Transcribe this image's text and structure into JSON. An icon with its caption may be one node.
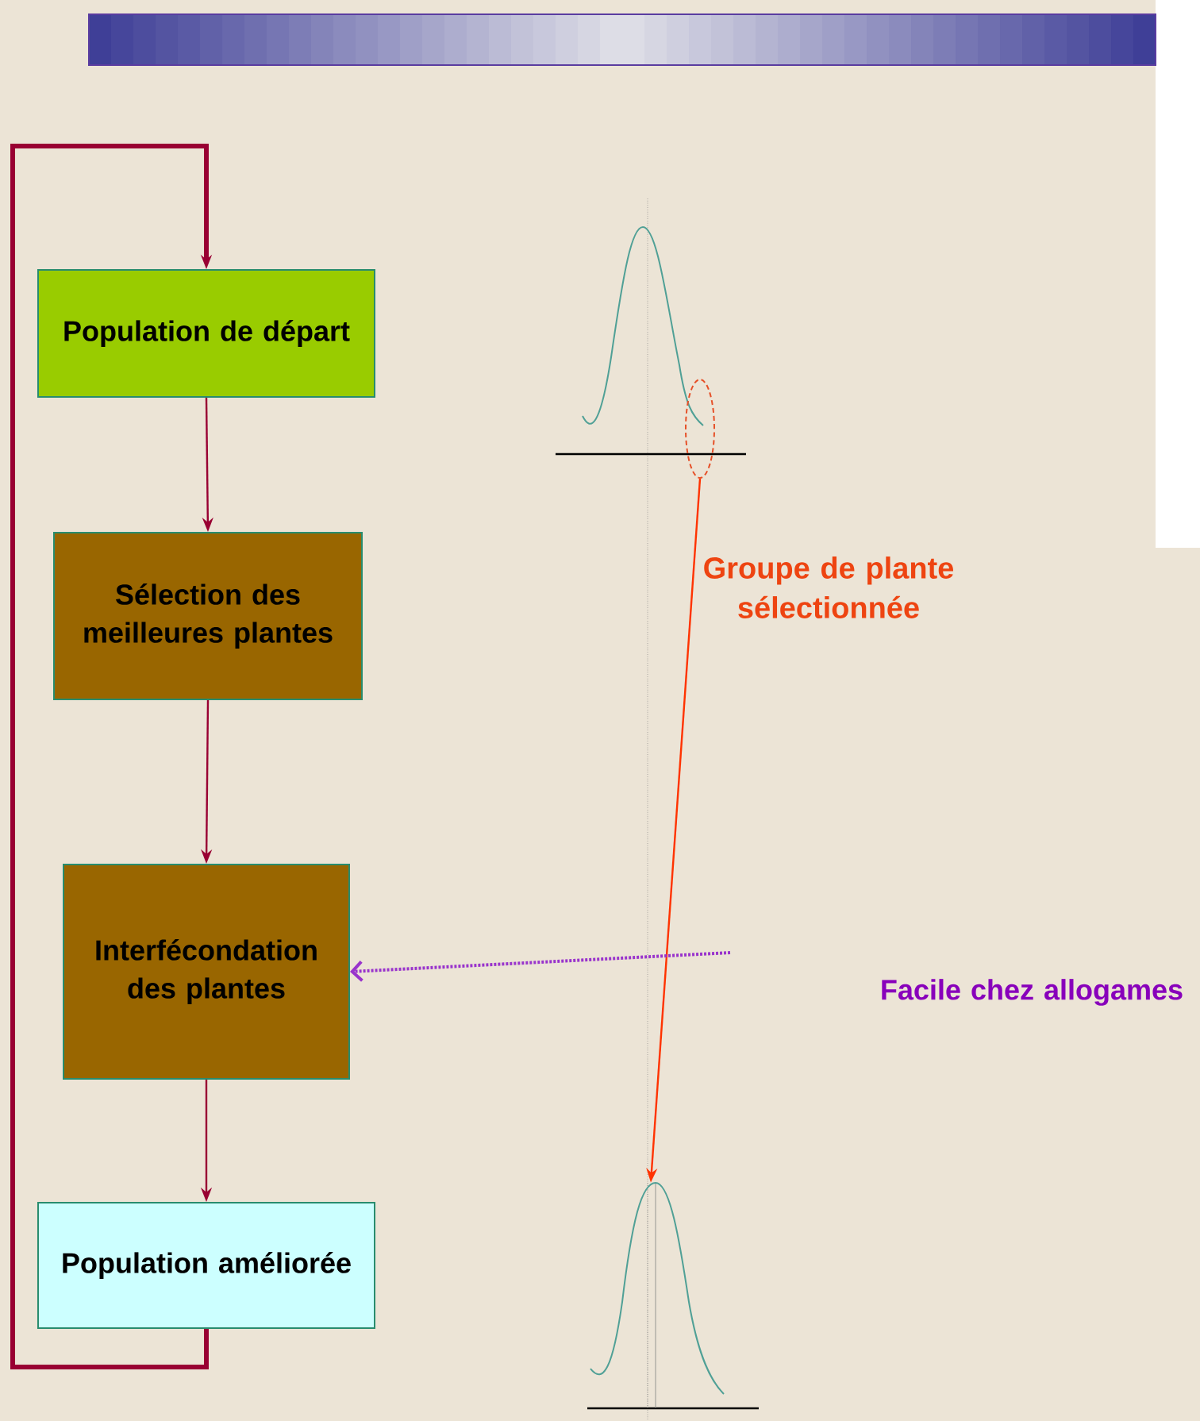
{
  "diagram": {
    "nodes": [
      {
        "text": [
          "Population de départ"
        ]
      },
      {
        "text": [
          "Sélection des meilleures plantes"
        ]
      },
      {
        "text": [
          "Interfécondation des plantes"
        ]
      },
      {
        "text": [
          "Population améliorée"
        ]
      },
      {
        "text": [],
        "shape": "ellipse"
      },
      {
        "text": [],
        "shape": "curve"
      }
    ],
    "edges": [
      {
        "from": 0,
        "to": 1,
        "arrow": "to"
      },
      {
        "from": 1,
        "to": 2,
        "arrow": "to"
      },
      {
        "from": 2,
        "to": 3,
        "arrow": "to"
      },
      {
        "from": 3,
        "to": 0,
        "arrow": "to",
        "style": "thick"
      },
      {
        "from": 4,
        "to": 5,
        "arrow": "to",
        "color": "#ff3300"
      },
      {
        "from": null,
        "to": 2,
        "arrow": "to",
        "style": "dashed",
        "color": "#9933cc"
      }
    ],
    "labels": [
      "Groupe de plante sélectionnée",
      "Facile chez allogames"
    ]
  }
}
